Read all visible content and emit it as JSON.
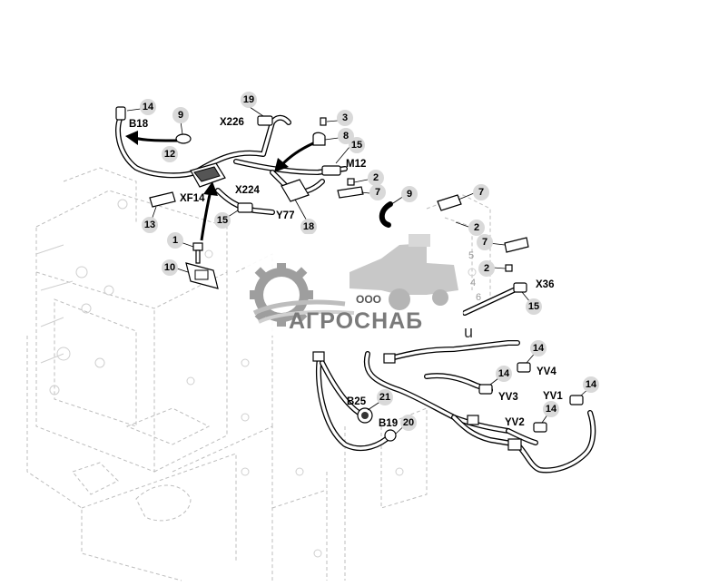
{
  "watermark": {
    "company_prefix": "ООО",
    "company_name": "АГРОСНАБ",
    "trailing_letter": "u"
  },
  "callouts": [
    {
      "id": "c14-b18",
      "number": "14"
    },
    {
      "id": "c9-top",
      "number": "9"
    },
    {
      "id": "c12",
      "number": "12"
    },
    {
      "id": "c19",
      "number": "19"
    },
    {
      "id": "c3",
      "number": "3"
    },
    {
      "id": "c8",
      "number": "8"
    },
    {
      "id": "c15-top",
      "number": "15"
    },
    {
      "id": "c2-top",
      "number": "2"
    },
    {
      "id": "c7-top",
      "number": "7"
    },
    {
      "id": "c9-mid",
      "number": "9"
    },
    {
      "id": "c7-right",
      "number": "7"
    },
    {
      "id": "c2-right",
      "number": "2"
    },
    {
      "id": "c13",
      "number": "13"
    },
    {
      "id": "c15-left",
      "number": "15"
    },
    {
      "id": "c18",
      "number": "18"
    },
    {
      "id": "c1",
      "number": "1"
    },
    {
      "id": "c10",
      "number": "10"
    },
    {
      "id": "c7-x36",
      "number": "7"
    },
    {
      "id": "c2-x36",
      "number": "2"
    },
    {
      "id": "c15-x36",
      "number": "15"
    },
    {
      "id": "c14-yv4",
      "number": "14"
    },
    {
      "id": "c14-yv3",
      "number": "14"
    },
    {
      "id": "c14-yv1",
      "number": "14"
    },
    {
      "id": "c14-yv2",
      "number": "14"
    },
    {
      "id": "c21",
      "number": "21"
    },
    {
      "id": "c20",
      "number": "20"
    },
    {
      "id": "c5",
      "number": "5"
    },
    {
      "id": "c4",
      "number": "4"
    },
    {
      "id": "c6",
      "number": "6"
    }
  ],
  "labels": {
    "b18": "B18",
    "x226": "X226",
    "m12": "M12",
    "xf14": "XF14",
    "x224": "X224",
    "y77": "Y77",
    "x36": "X36",
    "yv4": "YV4",
    "yv3": "YV3",
    "yv1": "YV1",
    "yv2": "YV2",
    "b25": "B25",
    "b19": "B19"
  }
}
